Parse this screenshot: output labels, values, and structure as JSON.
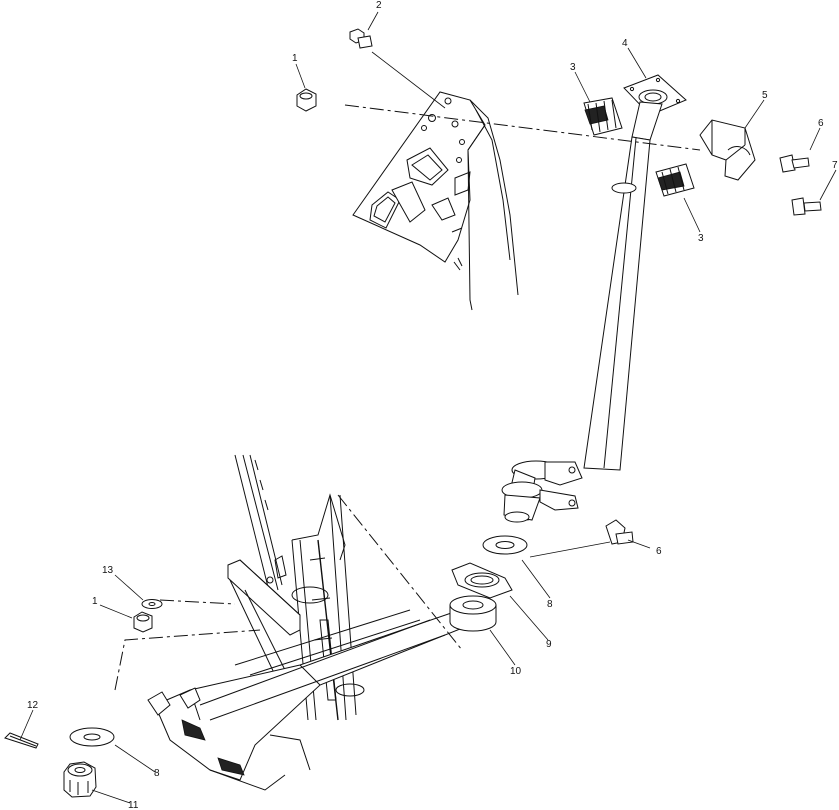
{
  "callouts": [
    {
      "id": "c1a",
      "text": "1"
    },
    {
      "id": "c2",
      "text": "2"
    },
    {
      "id": "c3a",
      "text": "3"
    },
    {
      "id": "c4",
      "text": "4"
    },
    {
      "id": "c5",
      "text": "5"
    },
    {
      "id": "c6a",
      "text": "6"
    },
    {
      "id": "c7",
      "text": "7"
    },
    {
      "id": "c3b",
      "text": "3"
    },
    {
      "id": "c6b",
      "text": "6"
    },
    {
      "id": "c8a",
      "text": "8"
    },
    {
      "id": "c9",
      "text": "9"
    },
    {
      "id": "c10",
      "text": "10"
    },
    {
      "id": "c13",
      "text": "13"
    },
    {
      "id": "c1b",
      "text": "1"
    },
    {
      "id": "c12",
      "text": "12"
    },
    {
      "id": "c8b",
      "text": "8"
    },
    {
      "id": "c11",
      "text": "11"
    }
  ]
}
